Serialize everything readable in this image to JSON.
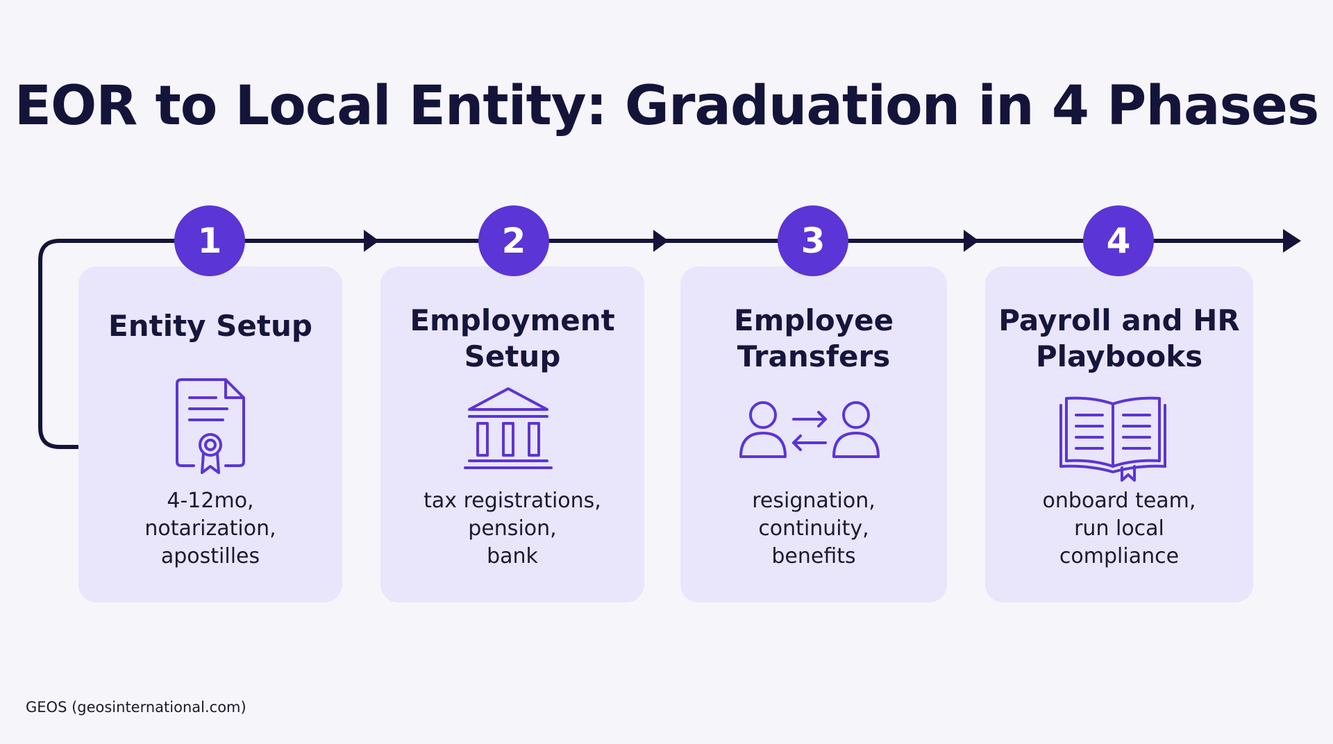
{
  "title": "EOR to Local Entity: Graduation in 4 Phases",
  "source": "GEOS  (geosinternational.com)",
  "colors": {
    "accent": "#5b35d5",
    "card": "#e9e5fb",
    "line": "#14143a"
  },
  "phases": [
    {
      "number": "1",
      "title_lines": [
        "Entity Setup"
      ],
      "icon": "certificate-icon",
      "desc_lines": [
        "4-12mo,",
        "notarization,",
        "apostilles"
      ]
    },
    {
      "number": "2",
      "title_lines": [
        "Employment",
        "Setup"
      ],
      "icon": "bank-building-icon",
      "desc_lines": [
        "tax registrations,",
        "pension,",
        "bank"
      ]
    },
    {
      "number": "3",
      "title_lines": [
        "Employee",
        "Transfers"
      ],
      "icon": "people-transfer-icon",
      "desc_lines": [
        "resignation,",
        "continuity,",
        "benefits"
      ]
    },
    {
      "number": "4",
      "title_lines": [
        "Payroll and HR",
        "Playbooks"
      ],
      "icon": "open-book-icon",
      "desc_lines": [
        "onboard team,",
        "run local",
        "compliance"
      ]
    }
  ]
}
